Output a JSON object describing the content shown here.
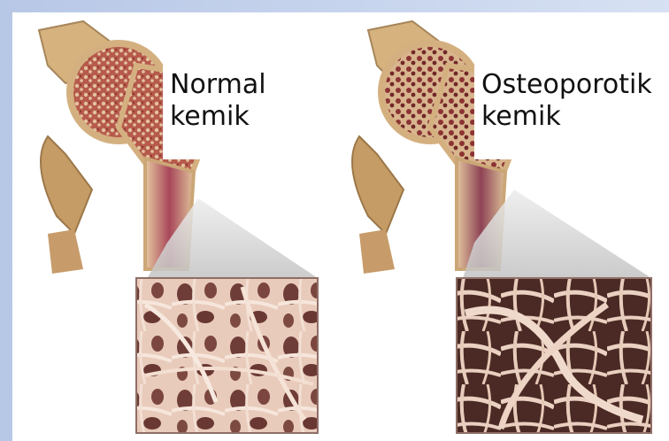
{
  "panels": {
    "normal": {
      "title_line1": "Normal",
      "title_line2": "kemik"
    },
    "osteoporotic": {
      "title_line1": "Osteoporotik",
      "title_line2": "kemik"
    }
  },
  "colors": {
    "background_accent": "#c3d1ec",
    "bone_tan": "#d9b98a",
    "marrow_red": "#9a3f3a",
    "trabecula_cream": "#ecd6c6",
    "pore_dark": "#5c3530"
  }
}
